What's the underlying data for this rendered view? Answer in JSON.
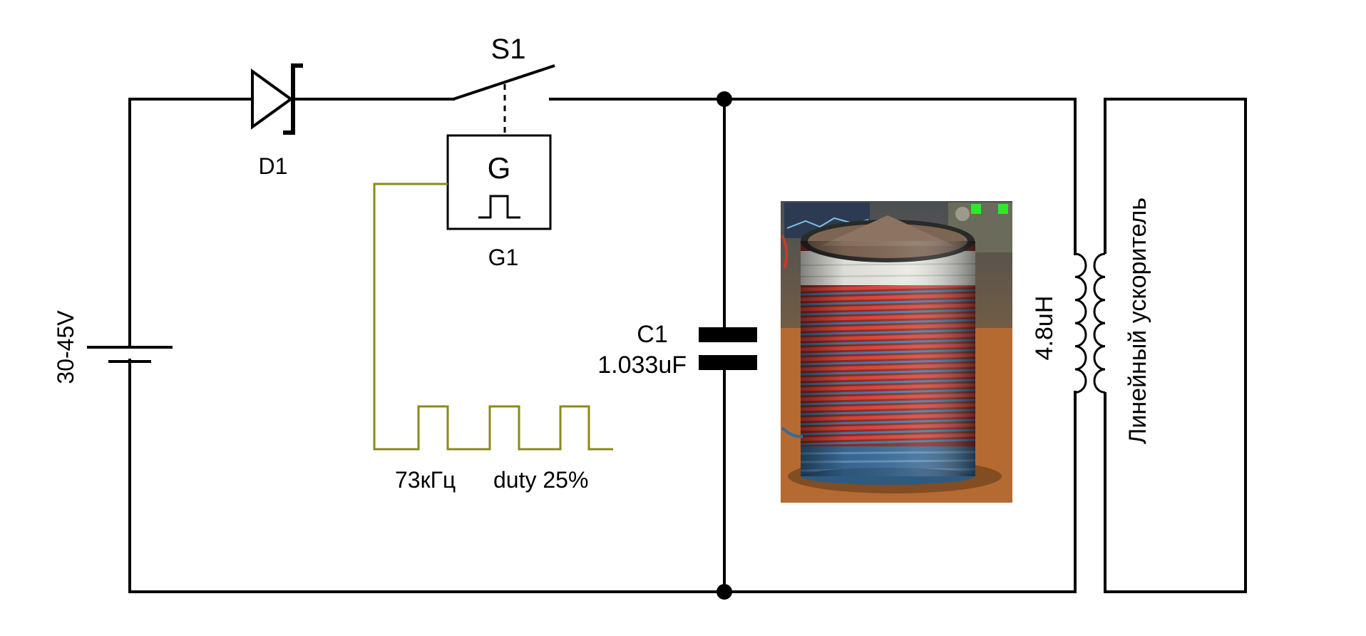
{
  "battery": {
    "voltage_label": "30-45V"
  },
  "diode": {
    "label": "D1"
  },
  "switch": {
    "label": "S1"
  },
  "generator": {
    "symbol": "G",
    "label": "G1"
  },
  "signal": {
    "frequency_label": "73кГц",
    "duty_label": "duty 25%"
  },
  "capacitor": {
    "label": "C1",
    "value_label": "1.033uF"
  },
  "inductor": {
    "value_label": "4.8uH"
  },
  "load": {
    "label": "Линейный ускоритель"
  },
  "photo": {
    "subject": "coil-photo"
  },
  "colors": {
    "wire": "#000000",
    "signal_wire": "#8a8a1a",
    "coil_red": "#c0392b",
    "coil_blue": "#3d6a96",
    "table_wood": "#b5733a"
  }
}
